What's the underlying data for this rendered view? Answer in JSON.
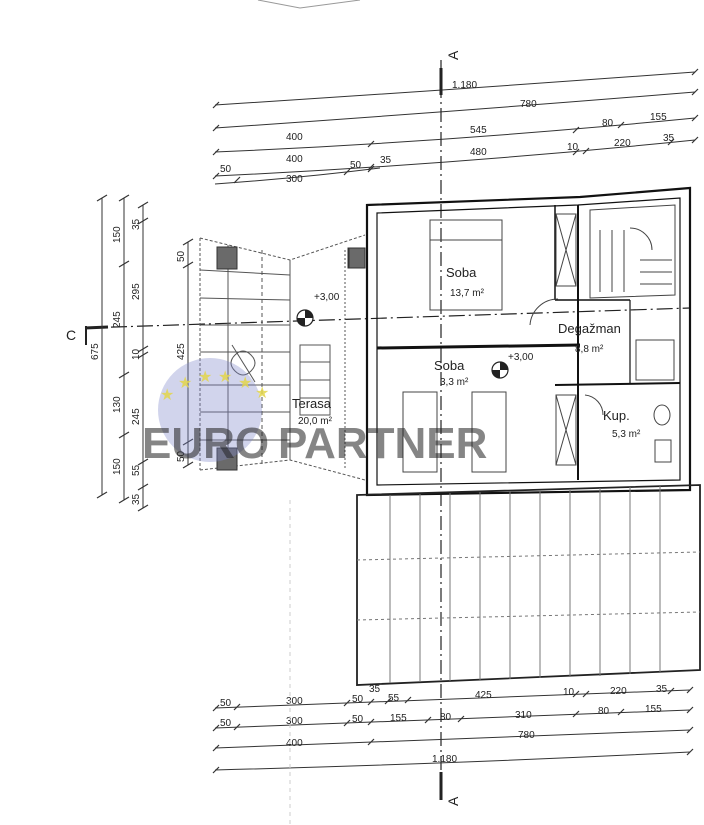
{
  "sections": {
    "a_top": "A",
    "a_bottom": "A",
    "c_left": "C"
  },
  "top_dims": {
    "row1": [
      "1.180"
    ],
    "row2": [
      "780"
    ],
    "row3": [
      "400",
      "545",
      "80",
      "155"
    ],
    "row4": [
      "400",
      "480",
      "10",
      "220",
      "35"
    ],
    "row5": [
      "50",
      "300",
      "50",
      "35"
    ]
  },
  "bottom_dims": {
    "row1": [
      "50",
      "300",
      "50",
      "35",
      "55",
      "425",
      "10",
      "220",
      "35"
    ],
    "row2": [
      "50",
      "300",
      "50",
      "155",
      "80",
      "310",
      "80",
      "155"
    ],
    "row3": [
      "400",
      "780"
    ],
    "row4": [
      "1.180"
    ]
  },
  "left_dims": {
    "outer": [
      "675"
    ],
    "col1": [
      "150",
      "245",
      "130",
      "150"
    ],
    "col2": [
      "35",
      "295",
      "10",
      "245",
      "55",
      "35"
    ],
    "col3": [
      "50",
      "425",
      "50"
    ]
  },
  "rooms": [
    {
      "name": "Soba",
      "area": "13,7 m²"
    },
    {
      "name": "Soba",
      "area": "3,3 m²"
    },
    {
      "name": "Degažman",
      "area": "8,8 m²"
    },
    {
      "name": "Kup.",
      "area": "5,3 m²"
    },
    {
      "name": "Terasa",
      "area": "20,0 m²"
    }
  ],
  "levels": {
    "terrace": "+3,00",
    "room": "+3,00"
  },
  "watermark": {
    "part1": "EURO",
    "part2": "PARTNER"
  }
}
